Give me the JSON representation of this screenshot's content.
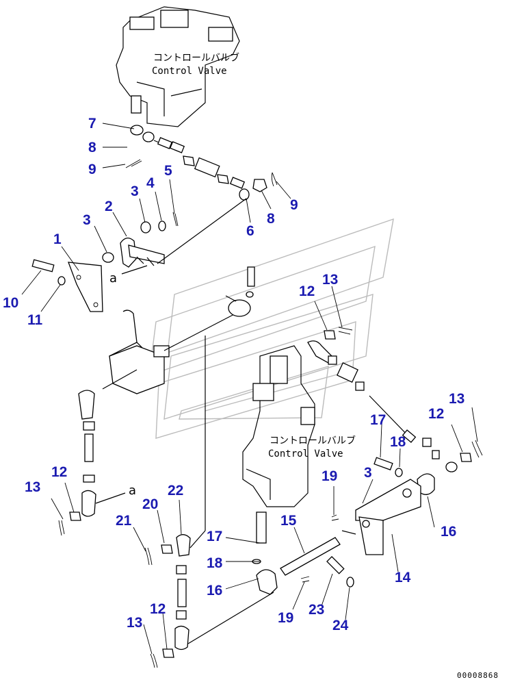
{
  "labels": {
    "cv_top_jp": "コントロールバルブ",
    "cv_top_en": "Control Valve",
    "cv_bot_jp": "コントロールバルブ",
    "cv_bot_en": "Control Valve",
    "arrow_a1": "a",
    "arrow_a2": "a",
    "serial": "00008868"
  },
  "callouts": [
    {
      "id": "c7",
      "text": "7"
    },
    {
      "id": "c8a",
      "text": "8"
    },
    {
      "id": "c9a",
      "text": "9"
    },
    {
      "id": "c5",
      "text": "5"
    },
    {
      "id": "c4",
      "text": "4"
    },
    {
      "id": "c3a",
      "text": "3"
    },
    {
      "id": "c2",
      "text": "2"
    },
    {
      "id": "c3b",
      "text": "3"
    },
    {
      "id": "c1",
      "text": "1"
    },
    {
      "id": "c10",
      "text": "10"
    },
    {
      "id": "c11",
      "text": "11"
    },
    {
      "id": "c6",
      "text": "6"
    },
    {
      "id": "c8b",
      "text": "8"
    },
    {
      "id": "c9b",
      "text": "9"
    },
    {
      "id": "c13a",
      "text": "13"
    },
    {
      "id": "c12a",
      "text": "12"
    },
    {
      "id": "c13b",
      "text": "13"
    },
    {
      "id": "c12b",
      "text": "12"
    },
    {
      "id": "c17a",
      "text": "17"
    },
    {
      "id": "c18a",
      "text": "18"
    },
    {
      "id": "c3c",
      "text": "3"
    },
    {
      "id": "c16a",
      "text": "16"
    },
    {
      "id": "c14",
      "text": "14"
    },
    {
      "id": "c19a",
      "text": "19"
    },
    {
      "id": "c15",
      "text": "15"
    },
    {
      "id": "c13c",
      "text": "13"
    },
    {
      "id": "c12c",
      "text": "12"
    },
    {
      "id": "c22",
      "text": "22"
    },
    {
      "id": "c20",
      "text": "20"
    },
    {
      "id": "c21",
      "text": "21"
    },
    {
      "id": "c17b",
      "text": "17"
    },
    {
      "id": "c18b",
      "text": "18"
    },
    {
      "id": "c16b",
      "text": "16"
    },
    {
      "id": "c19b",
      "text": "19"
    },
    {
      "id": "c23",
      "text": "23"
    },
    {
      "id": "c24",
      "text": "24"
    },
    {
      "id": "c13d",
      "text": "13"
    },
    {
      "id": "c12d",
      "text": "12"
    }
  ]
}
